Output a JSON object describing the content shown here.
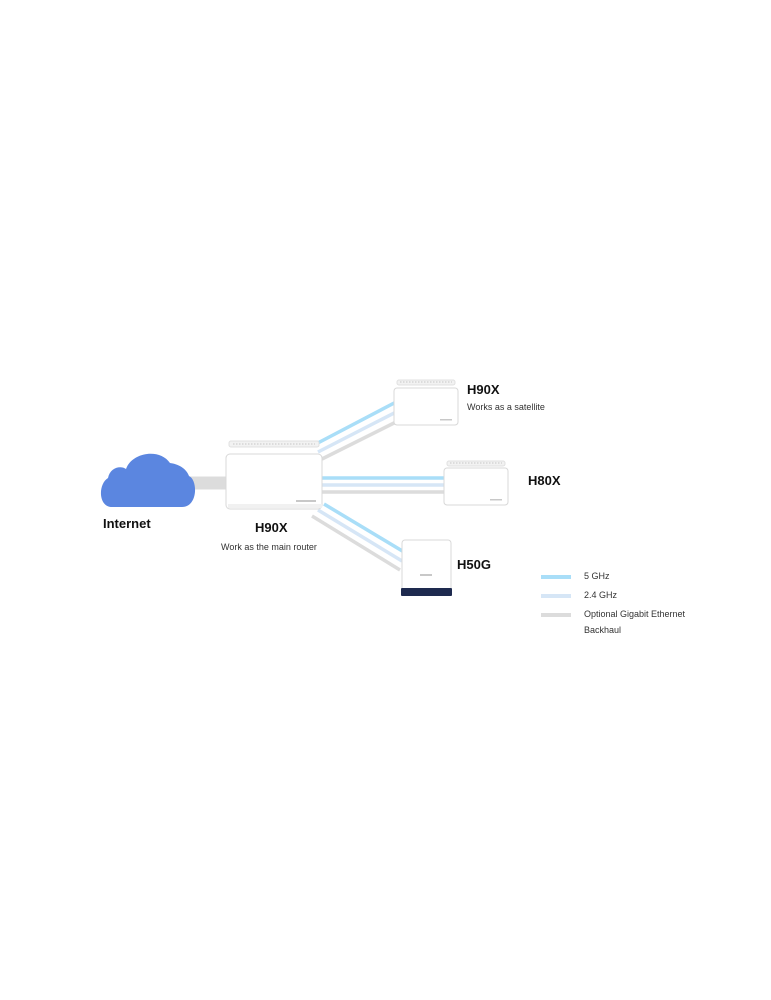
{
  "internet": {
    "label": "Internet",
    "icon": "cloud-icon",
    "color": "#5b86e0"
  },
  "main_router": {
    "name": "H90X",
    "description": "Work as the main router"
  },
  "satellite_h90x": {
    "name": "H90X",
    "description": "Works as a satellite"
  },
  "node_h80x": {
    "name": "H80X"
  },
  "node_h50g": {
    "name": "H50G"
  },
  "legend": {
    "five_ghz": {
      "label": "5 GHz",
      "color": "#a9def8"
    },
    "two_four_ghz": {
      "label": "2.4 GHz",
      "color": "#d6e6f6"
    },
    "ethernet": {
      "label_line1": "Optional Gigabit Ethernet",
      "label_line2": "Backhaul",
      "color": "#dcdcdc"
    }
  }
}
